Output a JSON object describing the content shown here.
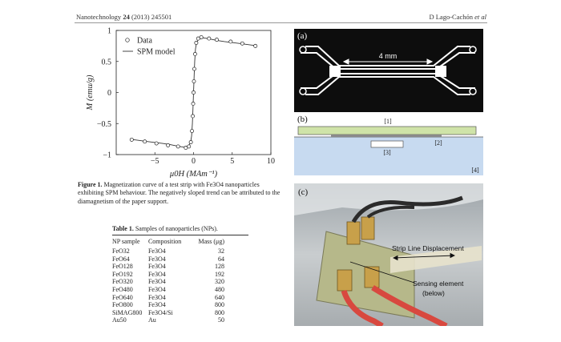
{
  "header": {
    "journal": "Nanotechnology",
    "volume": "24",
    "year_article": "(2013) 245501",
    "authors": "D Lago-Cachón",
    "authors_etal": "et al"
  },
  "figure1": {
    "caption_label": "Figure 1.",
    "caption_text": "Magnetization curve of a test strip with Fe3O4 nanoparticles exhibiting SPM behaviour. The negatively sloped trend can be attributed to the diamagnetism of the paper support."
  },
  "chart_data": {
    "type": "scatter",
    "xlabel": "μ0H (MAm⁻¹)",
    "ylabel": "M (emu/g)",
    "xlim": [
      -10,
      10
    ],
    "ylim": [
      -1,
      1
    ],
    "xticks": [
      -5,
      0,
      5,
      10
    ],
    "yticks": [
      -1,
      -0.5,
      0,
      0.5,
      1
    ],
    "xtick_labels": [
      "−5",
      "0",
      "5",
      "10"
    ],
    "ytick_labels": [
      "−1",
      "−0.5",
      "0",
      "0.5",
      "1"
    ],
    "legend": [
      "Data",
      "SPM model"
    ],
    "legend_position": "top-left",
    "series": [
      {
        "name": "Data",
        "x": [
          -8,
          -6.3,
          -4.8,
          -3.3,
          -2,
          -1,
          -0.6,
          -0.35,
          -0.2,
          -0.1,
          -0.05,
          0,
          0.05,
          0.1,
          0.2,
          0.35,
          0.6,
          1,
          2,
          3,
          4.8,
          6.3,
          8
        ],
        "y": [
          -0.76,
          -0.79,
          -0.82,
          -0.85,
          -0.87,
          -0.89,
          -0.87,
          -0.8,
          -0.62,
          -0.38,
          -0.18,
          0,
          0.18,
          0.38,
          0.62,
          0.8,
          0.87,
          0.89,
          0.87,
          0.85,
          0.82,
          0.79,
          0.75
        ]
      },
      {
        "name": "SPM model",
        "x": [
          -8,
          -6,
          -4,
          -3,
          -2,
          -1.3,
          -1,
          -0.7,
          -0.5,
          -0.35,
          -0.25,
          -0.15,
          -0.08,
          0,
          0.08,
          0.15,
          0.25,
          0.35,
          0.5,
          0.7,
          1,
          1.3,
          2,
          3,
          4,
          6,
          8
        ],
        "y": [
          -0.755,
          -0.79,
          -0.82,
          -0.84,
          -0.865,
          -0.88,
          -0.875,
          -0.86,
          -0.83,
          -0.78,
          -0.7,
          -0.5,
          -0.28,
          0,
          0.28,
          0.5,
          0.7,
          0.78,
          0.83,
          0.86,
          0.875,
          0.88,
          0.865,
          0.84,
          0.82,
          0.79,
          0.755
        ]
      }
    ]
  },
  "table1": {
    "label": "Table 1.",
    "title": "Samples of nanoparticles (NPs).",
    "columns": [
      "NP sample",
      "Composition",
      "Mass (μg)"
    ],
    "rows": [
      [
        "FeO32",
        "Fe3O4",
        "32"
      ],
      [
        "FeO64",
        "Fe3O4",
        "64"
      ],
      [
        "FeO128",
        "Fe3O4",
        "128"
      ],
      [
        "FeO192",
        "Fe3O4",
        "192"
      ],
      [
        "FeO320",
        "Fe3O4",
        "320"
      ],
      [
        "FeO480",
        "Fe3O4",
        "480"
      ],
      [
        "FeO640",
        "Fe3O4",
        "640"
      ],
      [
        "FeO800",
        "Fe3O4",
        "800"
      ],
      [
        "SiMAG800",
        "Fe3O4/Si",
        "800"
      ],
      [
        "Au50",
        "Au",
        "50"
      ]
    ]
  },
  "figure2": {
    "panel_a": {
      "label": "(a)",
      "dimension": "4 mm"
    },
    "panel_b": {
      "label": "(b)",
      "parts": [
        "[1]",
        "[2]",
        "[3]",
        "[4]"
      ]
    },
    "panel_c": {
      "label": "(c)",
      "annotation1": "Strip Line Displacement",
      "annotation2_line1": "Sensing element",
      "annotation2_line2": "(below)"
    }
  },
  "colors": {
    "panel_a_bg": "#0d0d0d",
    "trace": "#ffffff",
    "substrate_green": "#cfe3a8",
    "metal_layer": "#8a8a8a",
    "water_blue": "#c7daf0",
    "cable_red": "#d8483f"
  }
}
